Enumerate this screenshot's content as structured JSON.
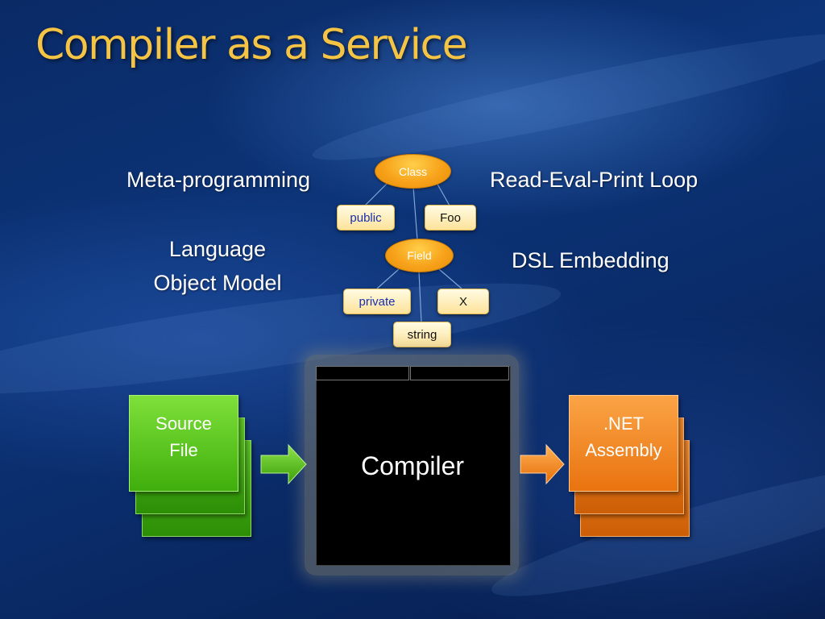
{
  "title": "Compiler as a Service",
  "labels": {
    "meta_programming": "Meta-programming",
    "repl": "Read-Eval-Print Loop",
    "lom_line1": "Language",
    "lom_line2": "Object Model",
    "dsl": "DSL Embedding"
  },
  "tree": {
    "class_node": "Class",
    "public_node": "public",
    "foo_node": "Foo",
    "field_node": "Field",
    "private_node": "private",
    "x_node": "X",
    "string_node": "string"
  },
  "compiler": {
    "label": "Compiler"
  },
  "source": {
    "line1": "Source",
    "line2": "File"
  },
  "output": {
    "line1": ".NET",
    "line2": "Assembly"
  },
  "colors": {
    "title": "#f6c444",
    "source_green": "#4cb814",
    "output_orange": "#f0801c",
    "node_orange": "#f7a21a",
    "box_cream": "#fdeeb0"
  }
}
